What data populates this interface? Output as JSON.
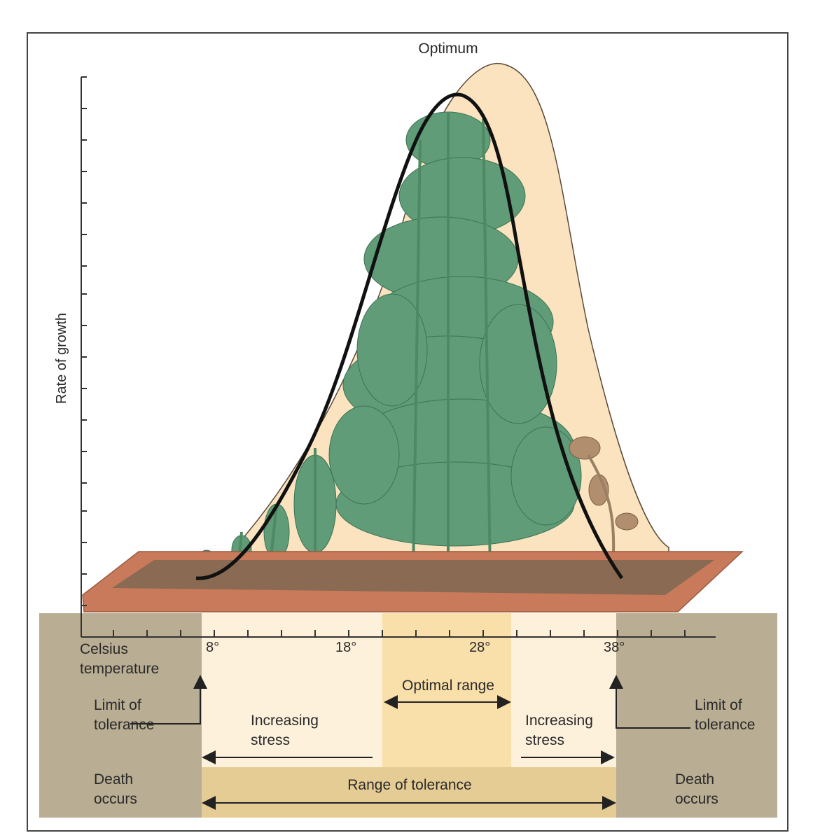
{
  "title": "Optimum",
  "y_axis_label": "Rate of growth",
  "x_axis_label": "Celsius temperature",
  "ticks": [
    "8°",
    "18°",
    "28°",
    "38°"
  ],
  "zones": {
    "optimal_range": "Optimal range",
    "increasing_stress_left": "Increasing stress",
    "increasing_stress_right": "Increasing stress",
    "range_of_tolerance": "Range of tolerance",
    "limit_left": "Limit of tolerance",
    "limit_right": "Limit of tolerance",
    "death_left": "Death occurs",
    "death_right": "Death occurs"
  },
  "colors": {
    "outer_zone": "#b9ad93",
    "stress_zone": "#fdf1dc",
    "optimal_zone": "#f9dfaa",
    "tolerance_bar": "#e5cc94",
    "curve_fill": "#fbe3bf",
    "planter": "#c97a5a",
    "soil": "#8a6a52",
    "leaf": "#5f9c77"
  }
}
